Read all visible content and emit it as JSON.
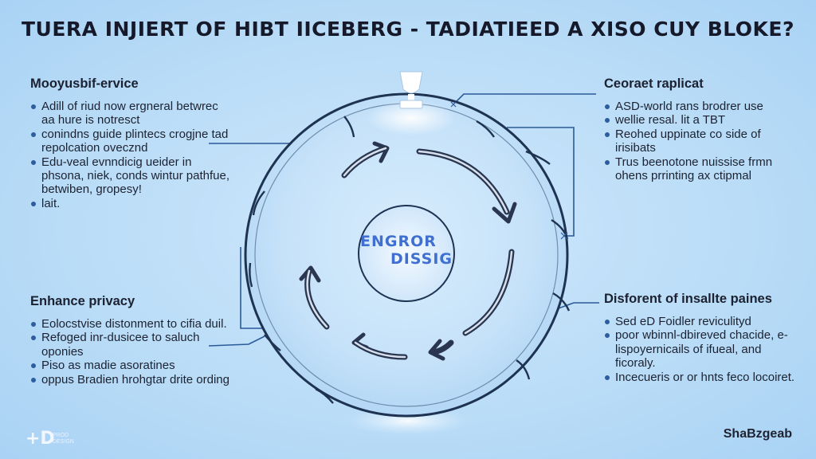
{
  "title": "TUERA INJIERT OF HIBT IICEBERG - TADIATIEED A XISO CUY BLOKE?",
  "center": {
    "line1": "ENGROR",
    "line2": "DISSIG"
  },
  "panels": {
    "top_left": {
      "heading": "Mooyusbif-ervice",
      "items": [
        "Adill of riud now ergneral betwrec aa hure is notresct",
        "conindns guide plintecs crogjne tad repolcation ovecznd",
        "Edu-veal evnndicig ueider in phsona, niek, conds wintur pathfue, betwiben, gropesy!",
        "lait."
      ]
    },
    "top_right": {
      "heading": "Ceoraet raplicat",
      "items": [
        "ASD-world rans brodrer use",
        "wellie resal. lit a TBT",
        "Reohed uppinate co side of irisibats",
        "Trus beenotone nuissise frmn ohens prrinting ax ctipmal"
      ]
    },
    "bottom_left": {
      "heading": "Enhance privacy",
      "items": [
        "Eolocstvise distonment to cifia duil.",
        "Refoged inr-dusicee to saluch oponies",
        "Piso as madie asoratines",
        "oppus Bradien hrohgtar drite ording"
      ]
    },
    "bottom_right": {
      "heading": "Disforent of insallte paines",
      "items": [
        "Sed eD Foidler reviculityd",
        "poor wbinnl-dbireved chacide, e-lispoyernicails of ifueal, and ficoraly.",
        "Incecueris or or hnts feco locoiret."
      ]
    }
  },
  "footer": {
    "logo": "+D",
    "logo_sub": "PROD DESIGN",
    "brand": "ShaBzgeab"
  },
  "colors": {
    "line": "#2a5a9a",
    "ring": "#1e3352",
    "arrow": "#2a3550",
    "center_text": "#3f6fd0"
  }
}
